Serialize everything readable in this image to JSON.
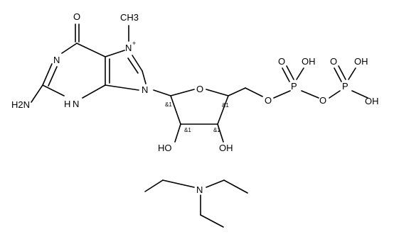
{
  "molecule": {
    "atoms": {
      "carbonyl_o": "O",
      "methyl": "CH3",
      "n7": "N",
      "n7_charge": "+",
      "n1": "N",
      "n9": "N",
      "nh2": "H2N",
      "n3h": "H",
      "n3": "N",
      "ring_o": "O",
      "o5": "O",
      "p1_o_double": "O",
      "p1_oh": "OH",
      "p1": "P",
      "bridge_o": "O",
      "p2_o_double": "O",
      "p2_oh_top": "OH",
      "p2": "P",
      "p2_oh_right": "OH",
      "ho2": "HO",
      "oh3": "OH",
      "amine_n": "N"
    },
    "stereo_labels": {
      "c1": "&1",
      "c4": "&1",
      "c2": "&1",
      "c3": "&1"
    }
  }
}
